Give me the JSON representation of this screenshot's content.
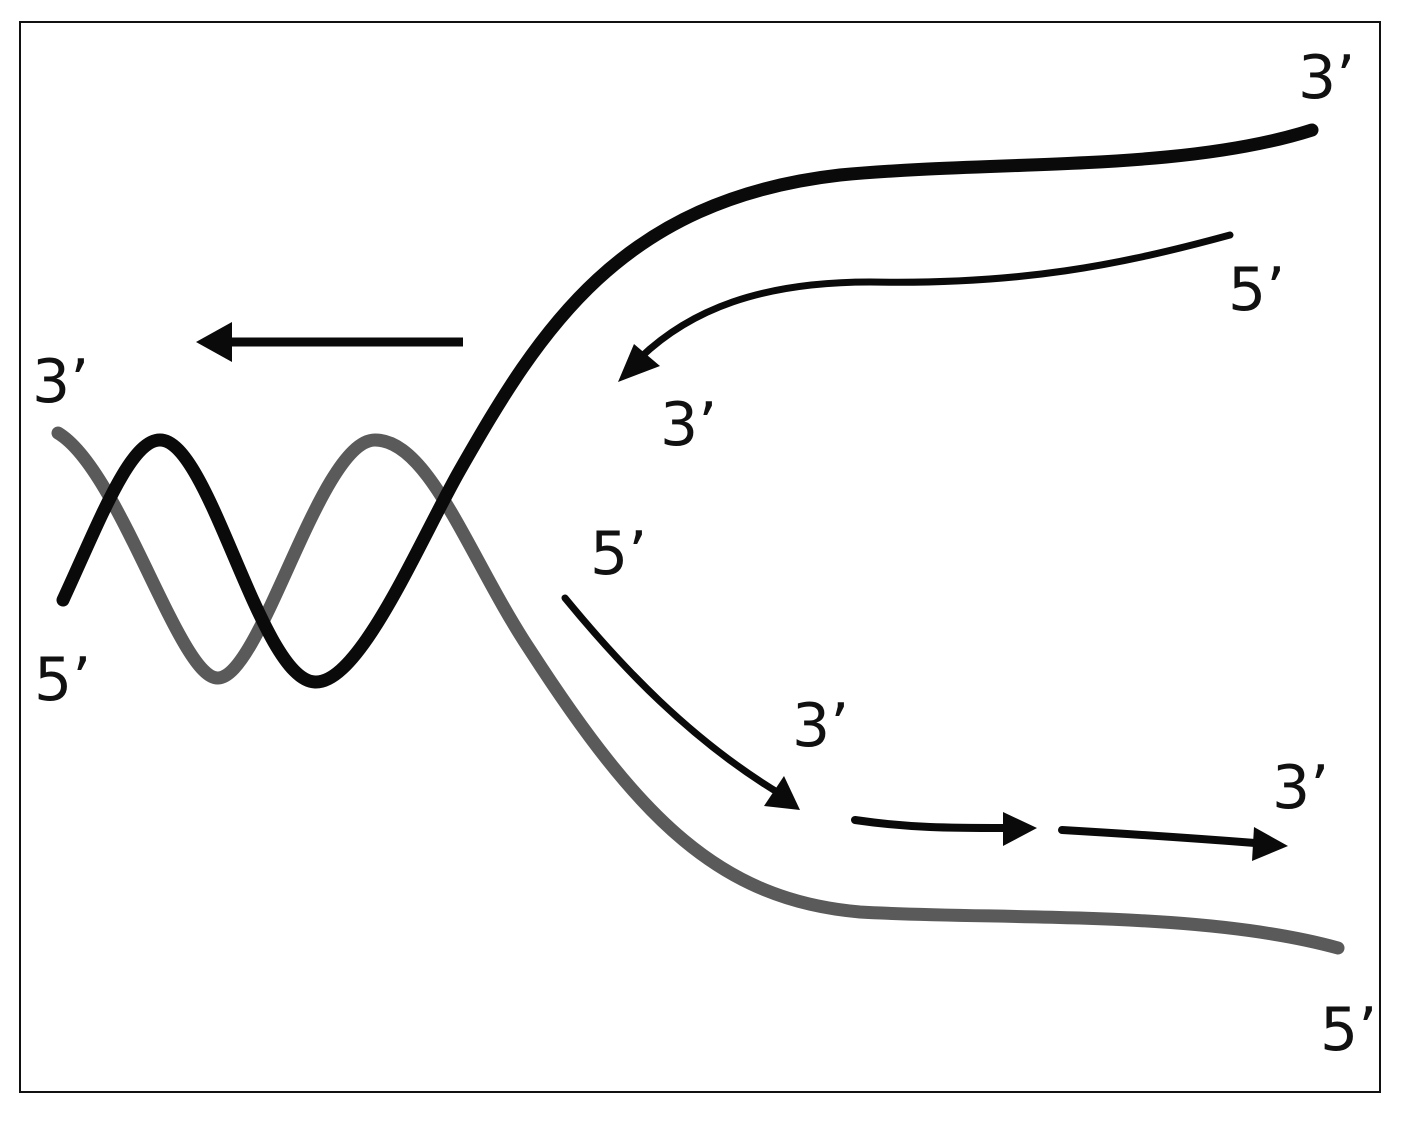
{
  "colors": {
    "background": "#ffffff",
    "frame": "#111111",
    "parental_strand_top": "#0a0a0a",
    "parental_strand_bottom": "#5a5a5a",
    "new_strand": "#0a0a0a",
    "arrow": "#0a0a0a"
  },
  "labels": {
    "top_parental_3": "3’",
    "leading_5": "5’",
    "leading_3": "3’",
    "helix_3": "3’",
    "helix_5": "5’",
    "lagging_5": "5’",
    "lagging_3": "3’",
    "fragment_3": "3’",
    "bottom_parental_5": "5’"
  }
}
